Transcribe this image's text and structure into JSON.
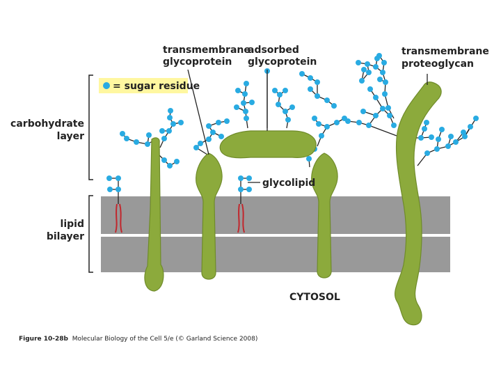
{
  "labels": {
    "transmembrane_glycoprotein": [
      "transmembrane",
      "glycoprotein"
    ],
    "adsorbed_glycoprotein": [
      "adsorbed",
      "glycoprotein"
    ],
    "transmembrane_proteoglycan": [
      "transmembrane",
      "proteoglycan"
    ],
    "sugar_residue": "= sugar residue",
    "carbohydrate_layer": [
      "carbohydrate",
      "layer"
    ],
    "lipid_bilayer": [
      "lipid",
      "bilayer"
    ],
    "glycolipid": "glycolipid",
    "cytosol": "CYTOSOL"
  },
  "caption": {
    "bold": "Figure 10-28b",
    "rest": "  Molecular Biology of the Cell 5/e (© Garland Science 2008)"
  },
  "colors": {
    "protein": "#8caa3c",
    "protein_stroke": "#6f8b2a",
    "membrane": "#999999",
    "sugar": "#29abe2",
    "lipid_tail": "#c1272d",
    "key_highlight": "#fff7a0"
  }
}
